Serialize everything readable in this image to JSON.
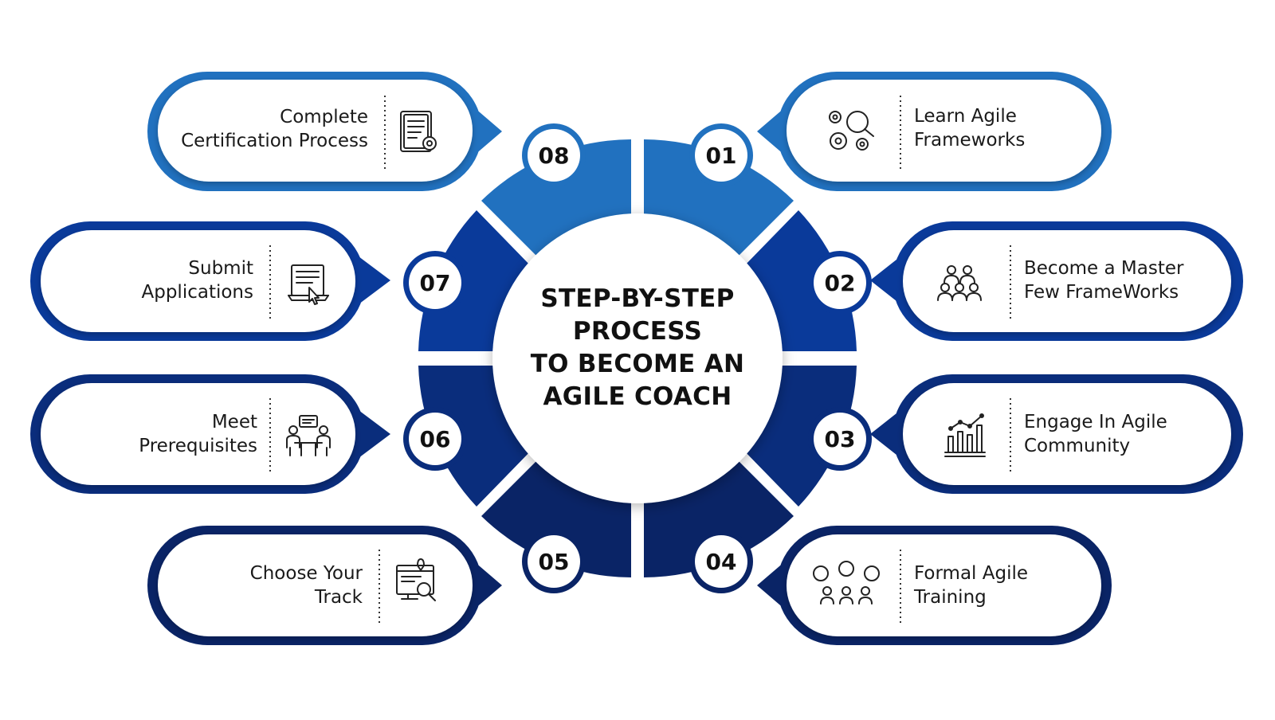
{
  "diagram": {
    "center_title_lines": [
      "STEP-BY-STEP",
      "PROCESS",
      "TO BECOME AN",
      "AGILE COACH"
    ],
    "steps": [
      {
        "number": "01",
        "lines": [
          "Learn Agile",
          "Frameworks"
        ],
        "icon": "gears-magnifier-icon"
      },
      {
        "number": "02",
        "lines": [
          "Become a Master",
          "Few FrameWorks"
        ],
        "icon": "team-group-icon"
      },
      {
        "number": "03",
        "lines": [
          "Engage In Agile",
          "Community"
        ],
        "icon": "growth-chart-icon"
      },
      {
        "number": "04",
        "lines": [
          "Formal Agile",
          "Training"
        ],
        "icon": "network-people-icon"
      },
      {
        "number": "05",
        "lines": [
          "Choose Your",
          "Track"
        ],
        "icon": "roadmap-search-icon"
      },
      {
        "number": "06",
        "lines": [
          "Meet",
          "Prerequisites"
        ],
        "icon": "meeting-icon"
      },
      {
        "number": "07",
        "lines": [
          "Submit",
          "Applications"
        ],
        "icon": "application-form-icon"
      },
      {
        "number": "08",
        "lines": [
          "Complete",
          "Certification Process"
        ],
        "icon": "certificate-icon"
      }
    ],
    "colors": {
      "light_blue": "#2171bf",
      "mid_blue": "#0a3a9a",
      "dark_blue": "#0a2d7c",
      "navy": "#0a2466"
    }
  }
}
